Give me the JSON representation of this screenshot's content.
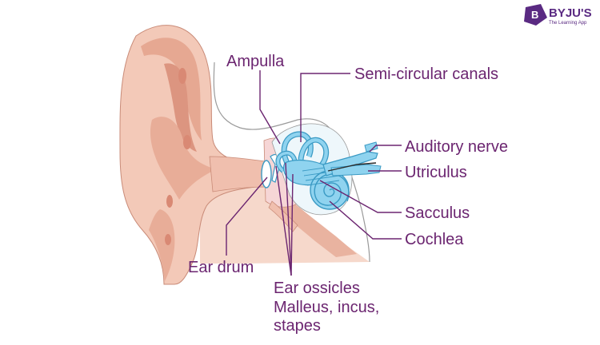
{
  "brand": {
    "logo_letter": "B",
    "name": "BYJU'S",
    "tagline": "The Learning App",
    "color": "#5a2a82"
  },
  "colors": {
    "label": "#6b2570",
    "outer_ear": "#f3c9b8",
    "outer_ear_shade": "#e4a08c",
    "skin_outline": "#c98b78",
    "inner_ear": "#8fd3ef",
    "inner_ear_outline": "#3a9ac4"
  },
  "labels": {
    "ampulla": "Ampulla",
    "semicircular_canals": "Semi-circular canals",
    "auditory_nerve": "Auditory nerve",
    "utriculus": "Utriculus",
    "sacculus": "Sacculus",
    "cochlea": "Cochlea",
    "ear_drum": "Ear drum",
    "ear_ossicles_line1": "Ear ossicles",
    "ear_ossicles_line2": "Malleus, incus,",
    "ear_ossicles_line3": "stapes"
  }
}
